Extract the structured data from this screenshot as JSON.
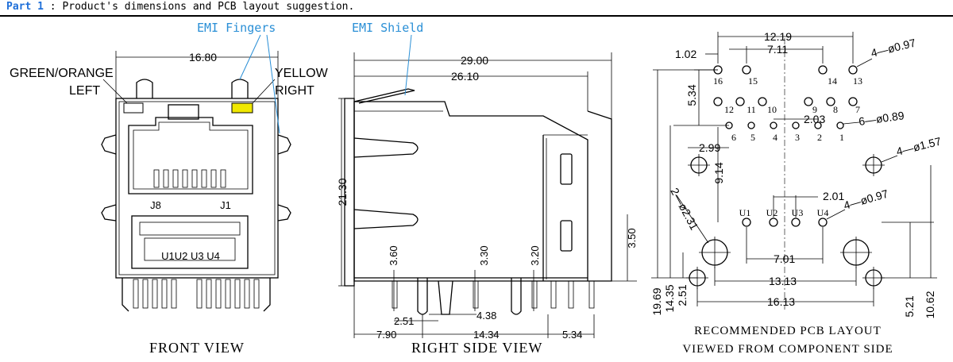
{
  "header": {
    "part": "Part 1",
    "sep": " : ",
    "title": "Product's dimensions and PCB layout suggestion."
  },
  "front": {
    "caption": "FRONT VIEW",
    "emi_fingers": "EMI Fingers",
    "green_orange": "GREEN/ORANGE",
    "left": "LEFT",
    "yellow": "YELLOW",
    "right": "RIGHT",
    "width_dim": "16.80",
    "j8": "J8",
    "j1": "J1",
    "usb_label": "U1U2 U3 U4"
  },
  "side": {
    "caption": "RIGHT SIDE VIEW",
    "emi_shield": "EMI Shield",
    "d_29": "29.00",
    "d_26": "26.10",
    "d_2130": "21.30",
    "d_350": "3.50",
    "d_360": "3.60",
    "d_330": "3.30",
    "d_320": "3.20",
    "d_438": "4.38",
    "d_251": "2.51",
    "d_790": "7.90",
    "d_1434": "14.34",
    "d_534": "5.34"
  },
  "pcb": {
    "caption1": "RECOMMENDED PCB LAYOUT",
    "caption2": "VIEWED FROM COMPONENT SIDE",
    "d_1219": "12.19",
    "d_102": "1.02",
    "d_711": "7.11",
    "d_4097": "4—ø0.97",
    "d_534": "5.34",
    "d_203": "2.03",
    "d_6089": "6—ø0.89",
    "d_299": "2.99",
    "d_4157": "4—ø1.57",
    "d_914": "9.14",
    "d_2231": "2—ø2.31",
    "d_201": "2.01",
    "d_4097b": "4—ø0.97",
    "d_701": "7.01",
    "d_1313": "13.13",
    "d_1613": "16.13",
    "d_1969": "19.69",
    "d_1435": "14.35",
    "d_251": "2.51",
    "d_521": "5.21",
    "d_1062": "10.62",
    "pins_top": [
      "16",
      "15",
      "14",
      "13"
    ],
    "pins_mid": [
      "12",
      "11",
      "10",
      "9",
      "8",
      "7"
    ],
    "pins_low": [
      "6",
      "5",
      "4",
      "3",
      "2",
      "1"
    ],
    "pins_u": [
      "U1",
      "U2",
      "U3",
      "U4"
    ]
  }
}
